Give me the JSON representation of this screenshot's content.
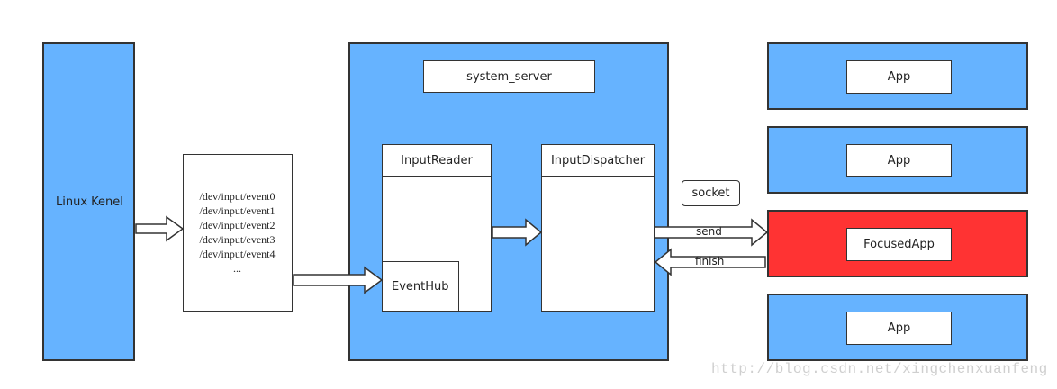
{
  "linux_kernel": {
    "label": "Linux Kenel"
  },
  "device_nodes": {
    "items": [
      "/dev/input/event0",
      "/dev/input/event1",
      "/dev/input/event2",
      "/dev/input/event3",
      "/dev/input/event4",
      "..."
    ]
  },
  "system_server": {
    "label": "system_server",
    "input_reader": {
      "label": "InputReader"
    },
    "event_hub": {
      "label": "EventHub"
    },
    "input_dispatcher": {
      "label": "InputDispatcher"
    }
  },
  "channel": {
    "socket_label": "socket",
    "send_label": "send",
    "finish_label": "finish"
  },
  "apps": [
    {
      "label": "App",
      "focused": false
    },
    {
      "label": "App",
      "focused": false
    },
    {
      "label": "FocusedApp",
      "focused": true
    },
    {
      "label": "App",
      "focused": false
    }
  ],
  "colors": {
    "blue": "#66b3ff",
    "red": "#ff3333",
    "stroke": "#333333"
  },
  "watermark": "http://blog.csdn.net/xingchenxuanfeng"
}
